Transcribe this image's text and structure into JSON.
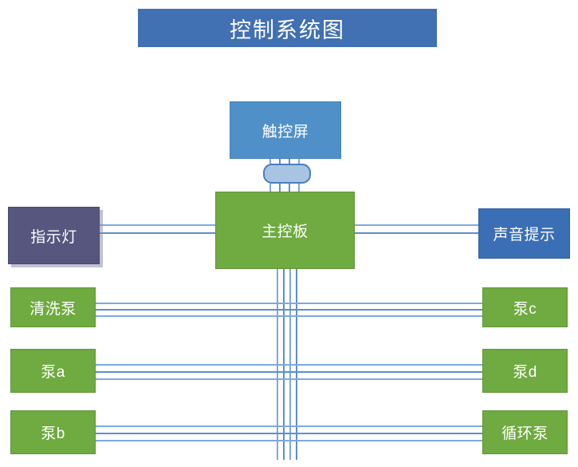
{
  "diagram": {
    "title": "控制系统图",
    "nodes": {
      "touch_screen": "触控屏",
      "main_board": "主控板",
      "indicator_light": "指示灯",
      "sound_alert": "声音提示",
      "pump_wash": "清洗泵",
      "pump_a": "泵a",
      "pump_b": "泵b",
      "pump_c": "泵c",
      "pump_d": "泵d",
      "pump_circ": "循环泵"
    },
    "colors": {
      "title_bar": "#4170b3",
      "green": "#6fab40",
      "blue_light": "#5090c8",
      "blue": "#3a6fb5",
      "purple": "#56567f",
      "wire": "#7fa8dc",
      "connector_fill": "#a8c4e2",
      "connector_border": "#4a7fbd",
      "text": "#ffffff",
      "background": "#ffffff"
    }
  }
}
